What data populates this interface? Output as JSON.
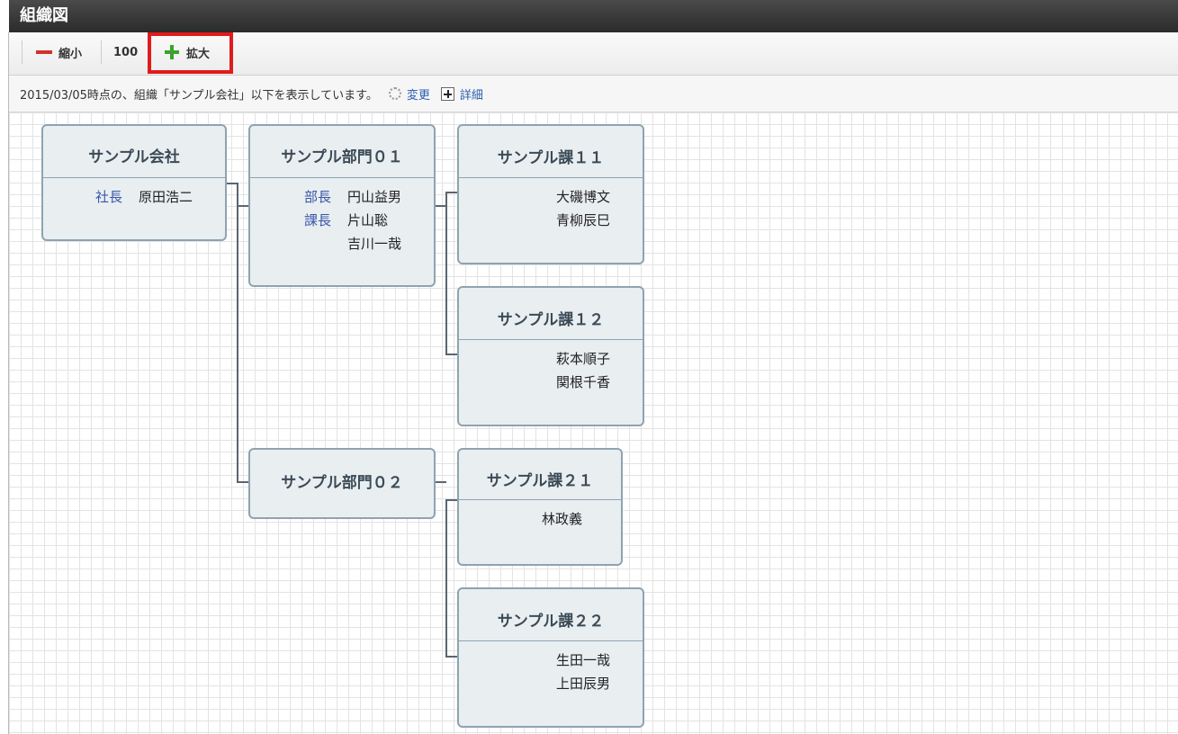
{
  "window": {
    "title": "組織図"
  },
  "toolbar": {
    "zoom_out_label": "縮小",
    "zoom_level": "100",
    "zoom_in_label": "拡大"
  },
  "info": {
    "message": "2015/03/05時点の、組織「サンプル会社」以下を表示しています。",
    "change_label": "変更",
    "detail_label": "詳細"
  },
  "org": {
    "company": {
      "name": "サンプル会社",
      "members": [
        {
          "role": "社長",
          "name": "原田浩二"
        }
      ]
    },
    "dept01": {
      "name": "サンプル部門０１",
      "members": [
        {
          "role": "部長",
          "name": "円山益男"
        },
        {
          "role": "課長",
          "name": "片山聡"
        },
        {
          "role": "",
          "name": "吉川一哉"
        }
      ]
    },
    "sec11": {
      "name": "サンプル課１１",
      "members": [
        {
          "role": "",
          "name": "大磯博文"
        },
        {
          "role": "",
          "name": "青柳辰巳"
        }
      ]
    },
    "sec12": {
      "name": "サンプル課１２",
      "members": [
        {
          "role": "",
          "name": "萩本順子"
        },
        {
          "role": "",
          "name": "関根千香"
        }
      ]
    },
    "dept02": {
      "name": "サンプル部門０２",
      "members": []
    },
    "sec21": {
      "name": "サンプル課２１",
      "members": [
        {
          "role": "",
          "name": "林政義"
        }
      ]
    },
    "sec22": {
      "name": "サンプル課２２",
      "members": [
        {
          "role": "",
          "name": "生田一哉"
        },
        {
          "role": "",
          "name": "上田辰男"
        }
      ]
    }
  }
}
